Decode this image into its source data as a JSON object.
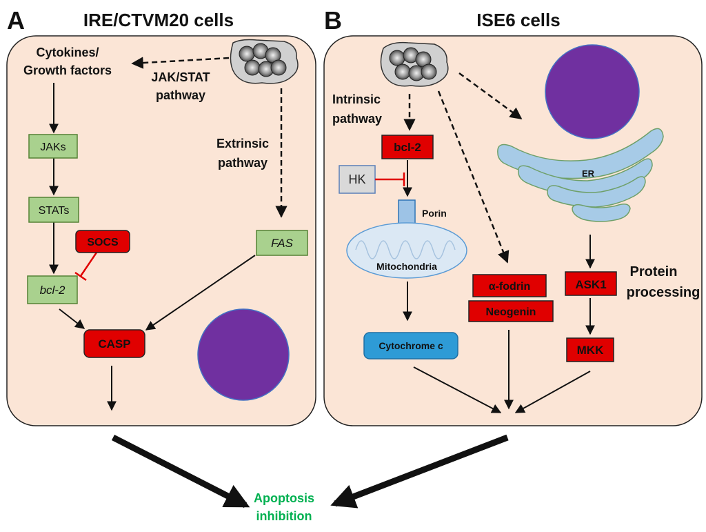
{
  "panel_a": {
    "letter": "A",
    "title": "IRE/CTVM20 cells",
    "cytokines_line1": "Cytokines/",
    "cytokines_line2": "Growth factors",
    "jakstat_line1": "JAK/STAT",
    "jakstat_line2": "pathway",
    "extrinsic_line1": "Extrinsic",
    "extrinsic_line2": "pathway",
    "jaks": "JAKs",
    "stats": "STATs",
    "socs": "SOCS",
    "bcl2": "bcl-2",
    "fas": "FAS",
    "casp": "CASP"
  },
  "panel_b": {
    "letter": "B",
    "title": "ISE6 cells",
    "intrinsic_line1": "Intrinsic",
    "intrinsic_line2": "pathway",
    "bcl2": "bcl-2",
    "hk": "HK",
    "porin": "Porin",
    "mitochondria": "Mitochondria",
    "cytochrome": "Cytochrome c",
    "fodrin": "α-fodrin",
    "neogenin": "Neogenin",
    "er": "ER",
    "ask1": "ASK1",
    "mkk": "MKK",
    "protein_line1": "Protein",
    "protein_line2": "processing"
  },
  "outcome": {
    "line1": "Apoptosis",
    "line2": "inhibition"
  },
  "colors": {
    "cell_fill": "#fbe5d6",
    "green_box": "#a9d18e",
    "red_box": "#e00000",
    "blue_box": "#2e9bd6",
    "nucleus": "#7030a0",
    "er": "#a7cbe7",
    "outcome_text": "#00b050"
  }
}
